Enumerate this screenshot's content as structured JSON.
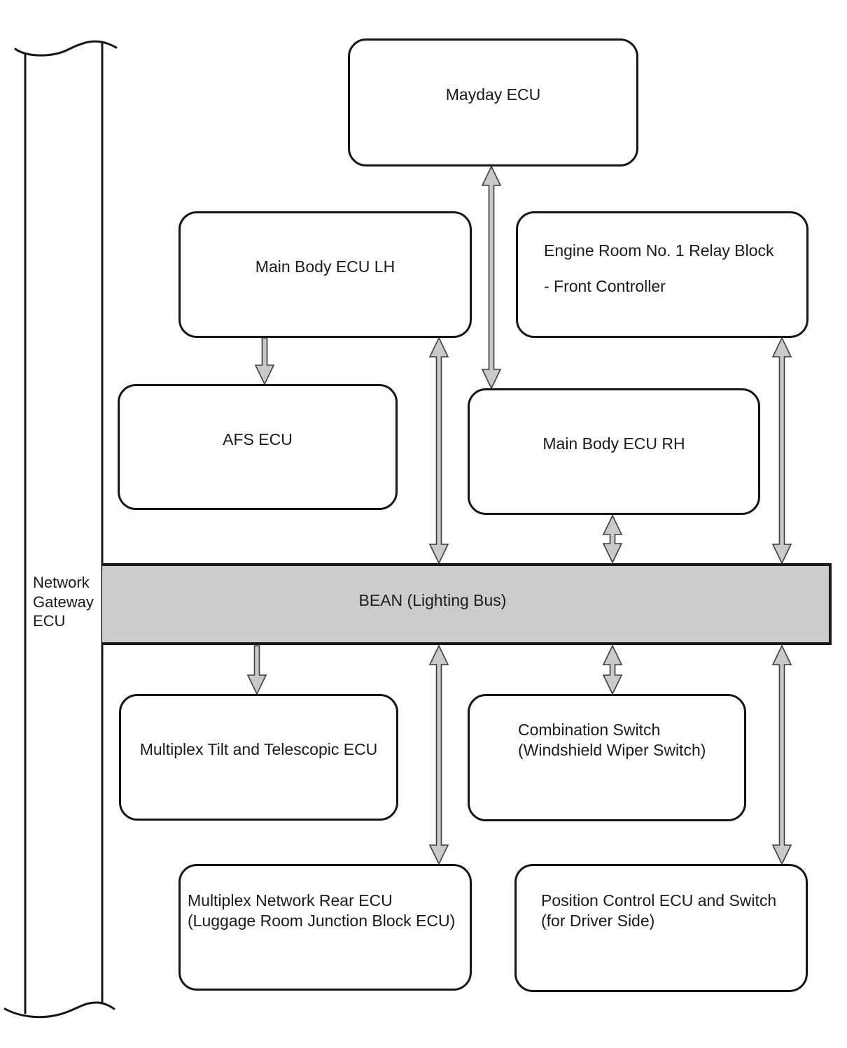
{
  "gateway": {
    "label": "Network\nGateway\nECU"
  },
  "bus": {
    "label": "BEAN (Lighting Bus)",
    "fill_color": "#cccccc"
  },
  "nodes": {
    "mayday": {
      "label": "Mayday ECU"
    },
    "main_body_lh": {
      "label": "Main Body ECU LH"
    },
    "engine_room": {
      "line1": "Engine Room No. 1 Relay Block",
      "line2": "- Front Controller"
    },
    "afs": {
      "label": "AFS ECU"
    },
    "main_body_rh": {
      "label": "Main Body ECU RH"
    },
    "multiplex_tilt": {
      "label": "Multiplex Tilt and Telescopic ECU"
    },
    "combination_switch": {
      "line1": "Combination Switch",
      "line2": "(Windshield Wiper Switch)"
    },
    "multiplex_rear": {
      "line1": "Multiplex Network Rear ECU",
      "line2": "(Luggage Room Junction Block ECU)"
    },
    "position_control": {
      "line1": "Position Control ECU and Switch",
      "line2": "(for Driver Side)"
    }
  },
  "connections": [
    {
      "from": "Mayday ECU",
      "to": "Main Body ECU RH",
      "style": "double-arrow"
    },
    {
      "from": "Main Body ECU LH",
      "to": "AFS ECU",
      "style": "single-arrow-down"
    },
    {
      "from": "Main Body ECU LH",
      "to": "BEAN (Lighting Bus)",
      "style": "double-arrow"
    },
    {
      "from": "Main Body ECU RH",
      "to": "BEAN (Lighting Bus)",
      "style": "double-arrow"
    },
    {
      "from": "Engine Room No. 1 Relay Block",
      "to": "BEAN (Lighting Bus)",
      "style": "double-arrow"
    },
    {
      "from": "BEAN (Lighting Bus)",
      "to": "Multiplex Tilt and Telescopic ECU",
      "style": "single-arrow-down"
    },
    {
      "from": "BEAN (Lighting Bus)",
      "to": "Multiplex Network Rear ECU",
      "style": "double-arrow"
    },
    {
      "from": "BEAN (Lighting Bus)",
      "to": "Combination Switch",
      "style": "double-arrow"
    },
    {
      "from": "BEAN (Lighting Bus)",
      "to": "Position Control ECU and Switch",
      "style": "double-arrow"
    }
  ],
  "colors": {
    "arrow_fill": "#c9c9c9",
    "arrow_stroke": "#3d3d3d",
    "line": "#161616"
  }
}
